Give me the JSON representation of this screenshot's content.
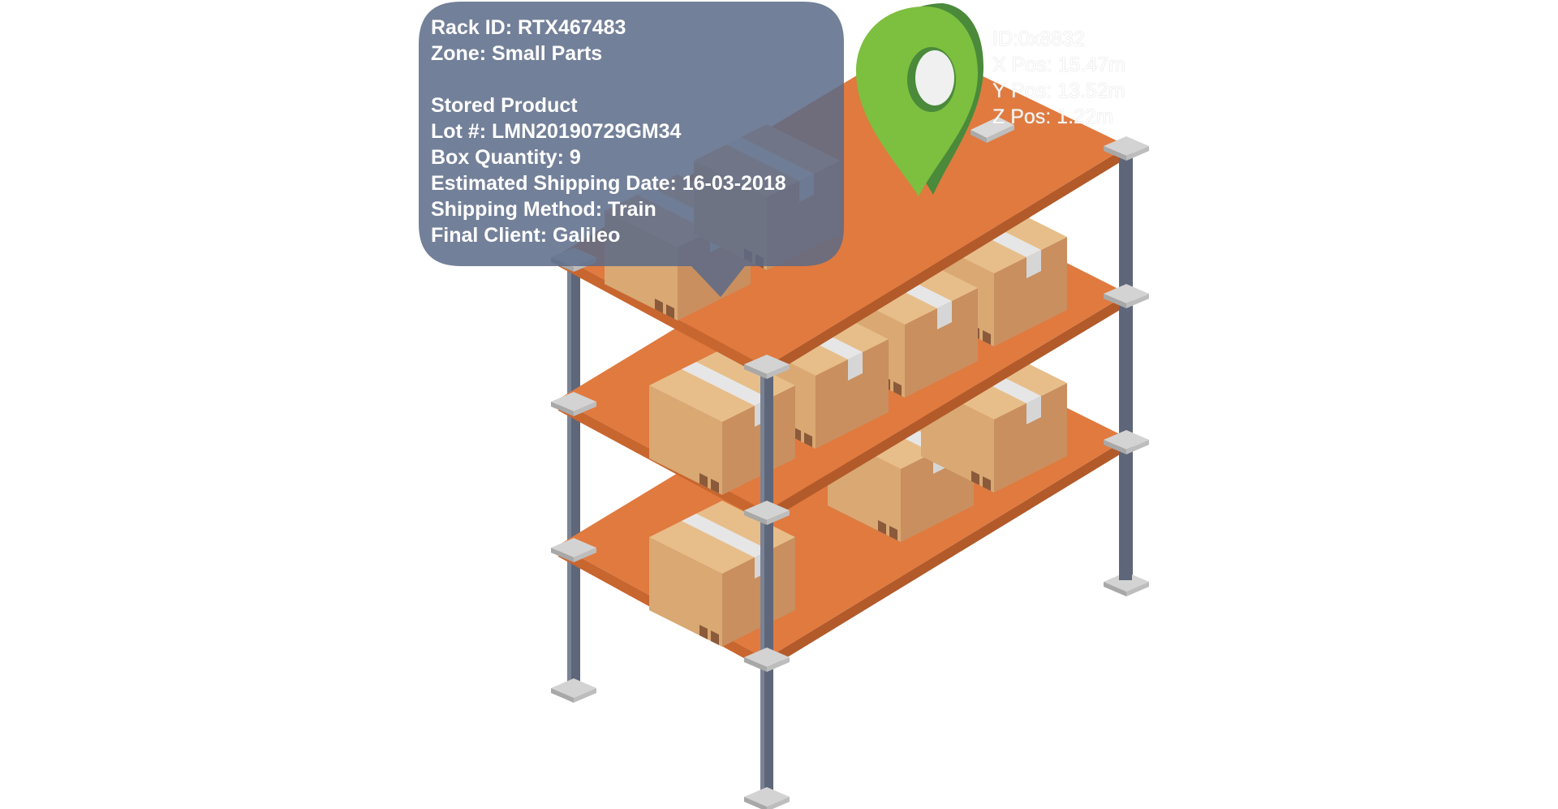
{
  "rack_info": {
    "rack_id": "Rack ID: RTX467483",
    "zone": "Zone: Small Parts",
    "section_title": "Stored Product",
    "lot": "Lot #: LMN20190729GM34",
    "box_quantity": "Box Quantity: 9",
    "shipping_date": "Estimated Shipping Date: 16-03-2018",
    "shipping_method": "Shipping Method: Train",
    "final_client": "Final Client: Galileo"
  },
  "position_tag": {
    "id": "ID:0x8832",
    "x_pos": "X Pos: 15.47m",
    "y_pos": "Y Pos: 13.52m",
    "z_pos": "Z Pos: 1.22m"
  },
  "colors": {
    "shelf_top": "#E07A3F",
    "shelf_edge": "#B25A2A",
    "post": "#5E6679",
    "box_front": "#D9A873",
    "box_side": "#C98F5F",
    "box_tape": "#E2E2E2",
    "tooltip_bg": "#5A6A87",
    "pin_green": "#7DBF3F",
    "pin_dark": "#4A8A3A"
  },
  "icons": [
    "location-pin-icon"
  ]
}
